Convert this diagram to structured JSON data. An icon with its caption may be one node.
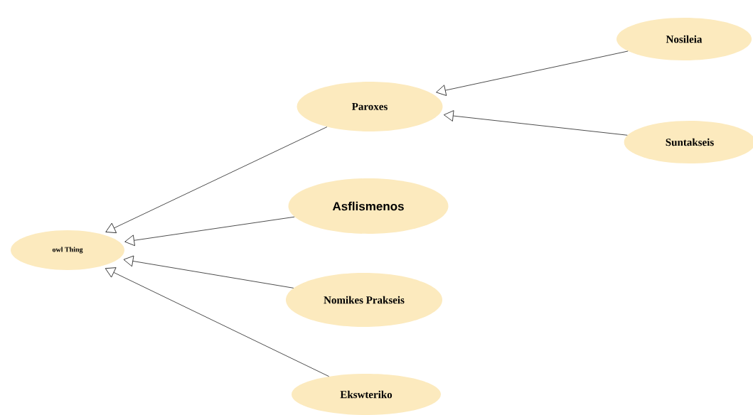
{
  "diagram": {
    "nodes": [
      {
        "text": [
          "owl Thing"
        ]
      },
      {
        "text": [
          "Paroxes"
        ]
      },
      {
        "text": [
          "Nosileia"
        ]
      },
      {
        "text": [
          "Suntakseis"
        ]
      },
      {
        "text": [
          "Asflismenos"
        ]
      },
      {
        "text": [
          "Nomikes Prakseis"
        ]
      },
      {
        "text": [
          "Ekswteriko"
        ]
      }
    ],
    "edges": [
      {
        "from": 2,
        "to": 1,
        "arrow": "to"
      },
      {
        "from": 3,
        "to": 1,
        "arrow": "to"
      },
      {
        "from": 1,
        "to": 0,
        "arrow": "to"
      },
      {
        "from": 4,
        "to": 0,
        "arrow": "to"
      },
      {
        "from": 5,
        "to": 0,
        "arrow": "to"
      },
      {
        "from": 6,
        "to": 0,
        "arrow": "to"
      }
    ]
  }
}
